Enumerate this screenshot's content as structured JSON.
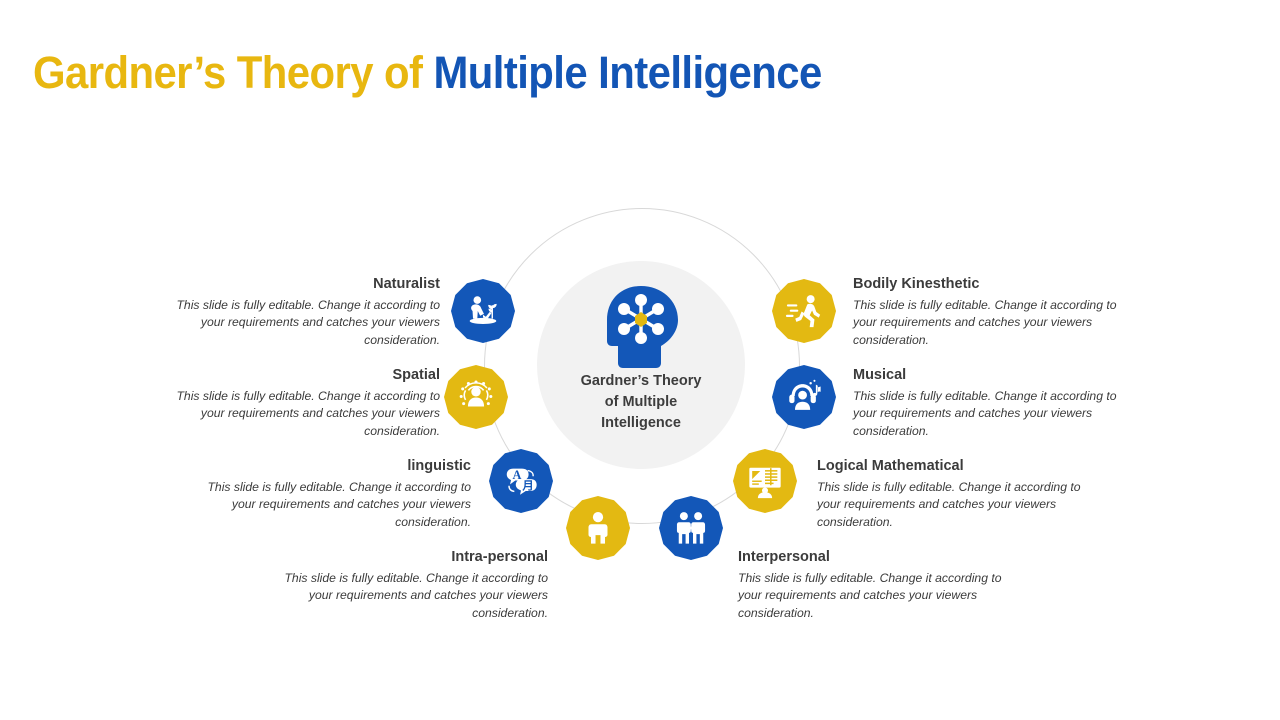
{
  "title": {
    "part_gold": "Gardner’s Theory of ",
    "part_blue": "Multiple Intelligence"
  },
  "colors": {
    "blue": "#1357B8",
    "gold": "#E3B912",
    "title_gold": "#E8B710",
    "title_blue": "#1355B5",
    "hub_bg": "#F2F2F2",
    "text": "#3B3B3B",
    "ring": "#D8D8D8"
  },
  "hub": {
    "icon": "head-network-icon",
    "line1": "Gardner’s Theory",
    "line2": "of Multiple",
    "line3": "Intelligence"
  },
  "body_text": {
    "line1": "This slide is fully editable. Change it according",
    "line2": "to your requirements and catches your viewers",
    "line3": "consideration."
  },
  "nodes": [
    {
      "id": "naturalist",
      "label": "Naturalist",
      "icon": "planting-person-icon",
      "color": "blue",
      "side": "left",
      "body": "This slide is fully editable. Change it according to your requirements and catches your viewers consideration."
    },
    {
      "id": "spatial",
      "label": "Spatial",
      "icon": "spatial-awareness-icon",
      "color": "gold",
      "side": "left",
      "body": "This slide is fully editable. Change it according to your requirements and catches your viewers consideration."
    },
    {
      "id": "linguistic",
      "label": "linguistic",
      "icon": "translation-bubbles-icon",
      "color": "blue",
      "side": "left",
      "body": "This slide is fully editable. Change it according to your requirements and catches your viewers consideration."
    },
    {
      "id": "intra-personal",
      "label": "Intra-personal",
      "icon": "single-person-icon",
      "color": "gold",
      "side": "left",
      "body": "This slide is fully editable. Change it according to your requirements and catches your viewers consideration."
    },
    {
      "id": "bodily-kinesthetic",
      "label": "Bodily Kinesthetic",
      "icon": "running-person-icon",
      "color": "gold",
      "side": "right",
      "body": "This slide is fully editable. Change it according to your requirements and catches your viewers consideration."
    },
    {
      "id": "musical",
      "label": "Musical",
      "icon": "headphones-person-icon",
      "color": "blue",
      "side": "right",
      "body": "This slide is fully editable. Change it according to your requirements and catches your viewers consideration."
    },
    {
      "id": "logical-mathematical",
      "label": "Logical Mathematical",
      "icon": "whiteboard-presentation-icon",
      "color": "gold",
      "side": "right",
      "body": "This slide is fully editable. Change it according to your requirements and catches your viewers consideration."
    },
    {
      "id": "interpersonal",
      "label": "Interpersonal",
      "icon": "two-people-handshake-icon",
      "color": "blue",
      "side": "right",
      "body": "This slide is fully editable. Change it according to your requirements and catches your viewers consideration."
    }
  ]
}
